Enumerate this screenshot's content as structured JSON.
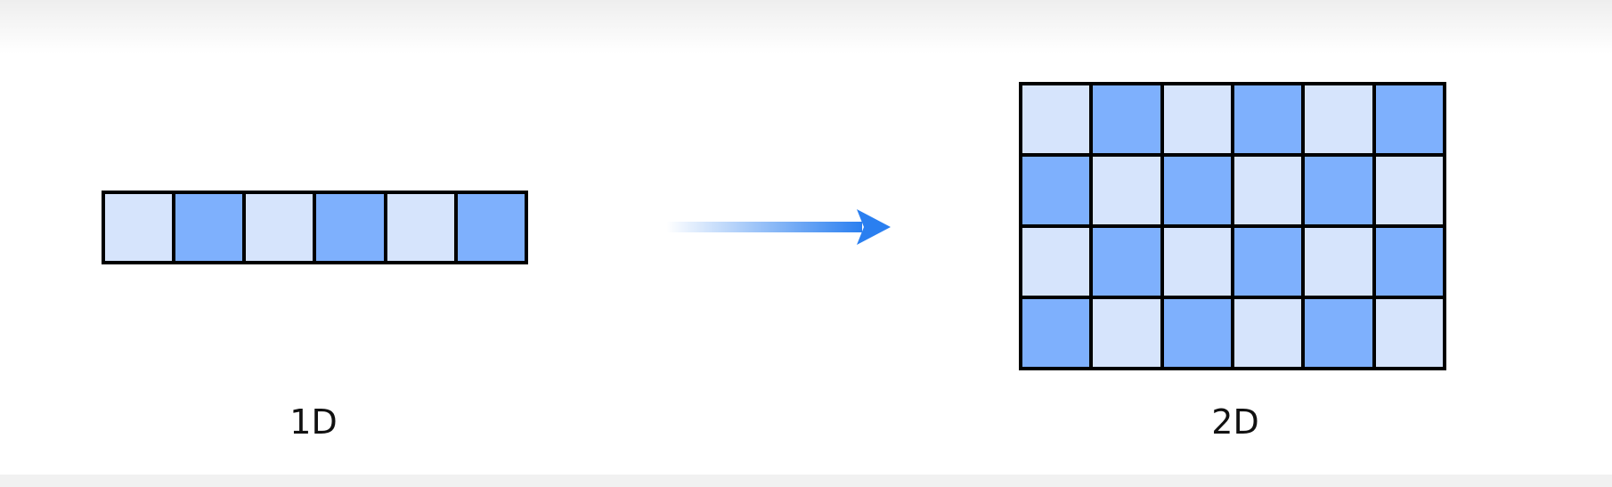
{
  "captions": {
    "one_d": "1D",
    "two_d": "2D"
  },
  "colors": {
    "light_cell": "#d6e4fc",
    "dark_cell": "#7eb0fd",
    "grid_line": "#000000",
    "arrow": "#2a7ff0"
  },
  "icons": {
    "arrow": "right-arrow-icon"
  },
  "one_d_grid": {
    "rows": 1,
    "columns": 6,
    "pattern": [
      [
        "light",
        "dark",
        "light",
        "dark",
        "light",
        "dark"
      ]
    ]
  },
  "two_d_grid": {
    "rows": 4,
    "columns": 6,
    "pattern": [
      [
        "light",
        "dark",
        "light",
        "dark",
        "light",
        "dark"
      ],
      [
        "dark",
        "light",
        "dark",
        "light",
        "dark",
        "light"
      ],
      [
        "light",
        "dark",
        "light",
        "dark",
        "light",
        "dark"
      ],
      [
        "dark",
        "light",
        "dark",
        "light",
        "dark",
        "light"
      ]
    ]
  }
}
